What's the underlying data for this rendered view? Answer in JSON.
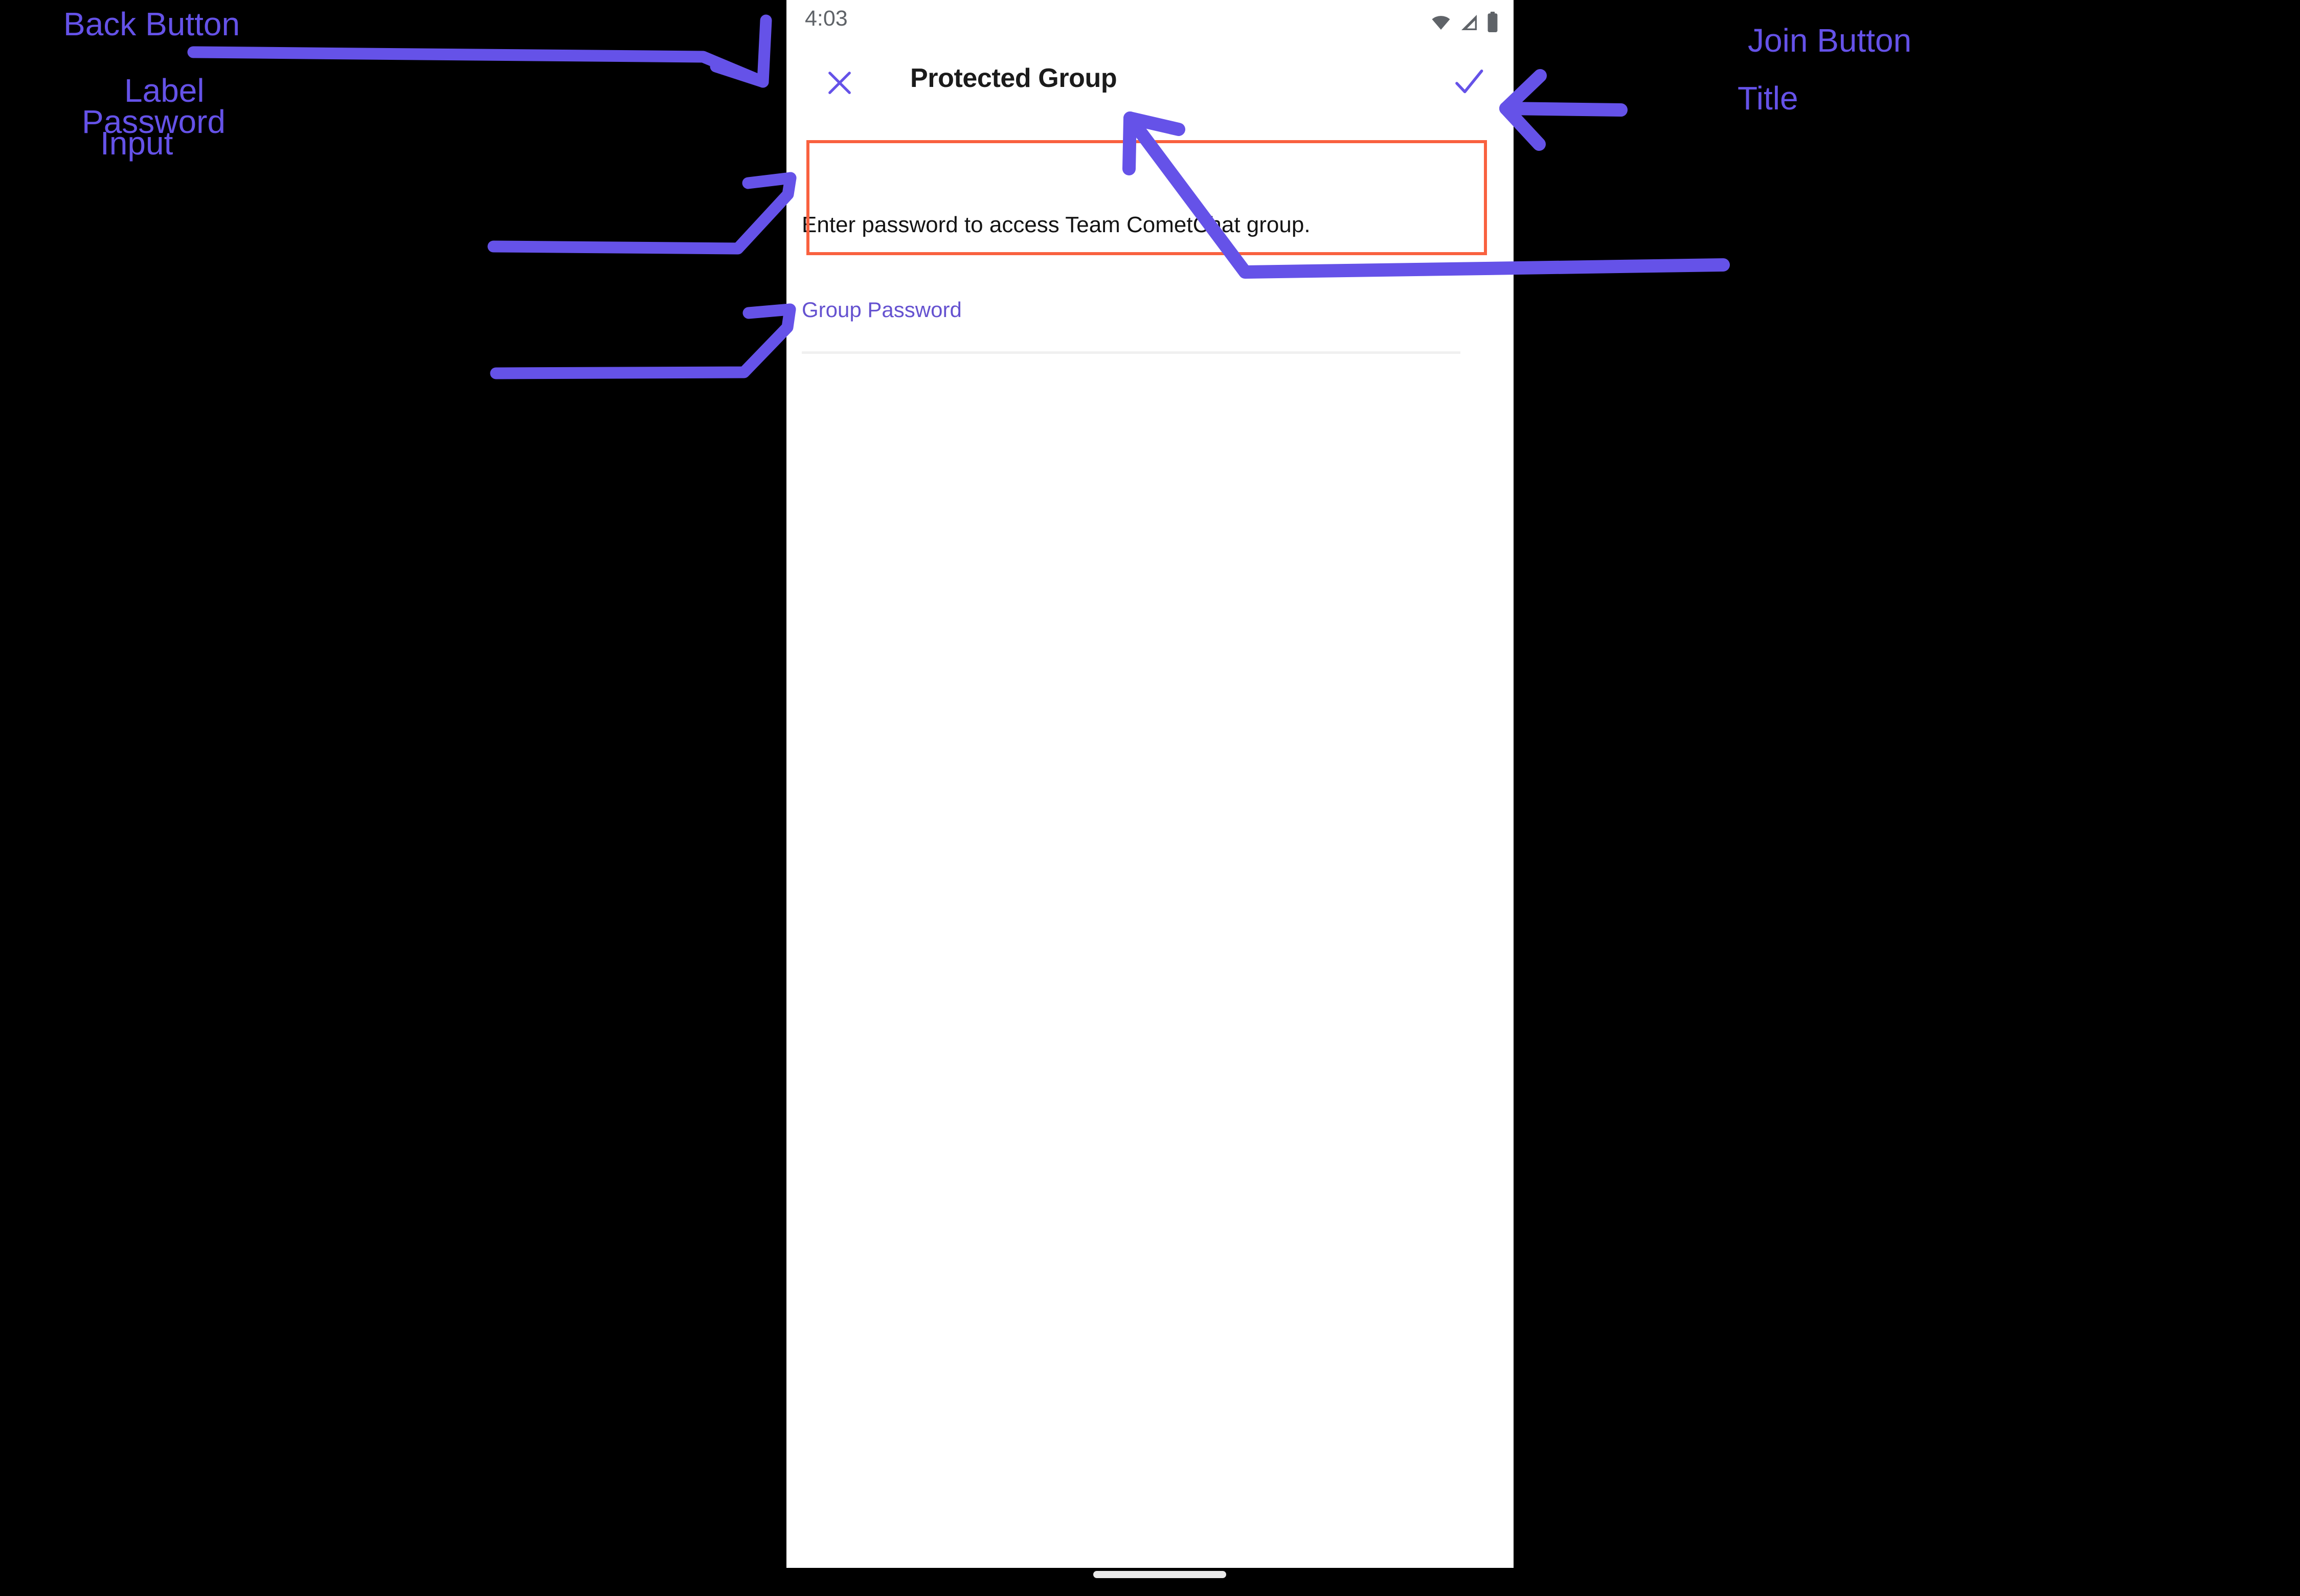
{
  "meta": {
    "accent_purple": "#6552E8",
    "highlight_red": "#F9613F",
    "background": "#000000",
    "phone_background": "#ffffff"
  },
  "phone": {
    "status_bar": {
      "time": "4:03",
      "icons": [
        "wifi-icon",
        "cellular-signal-icon",
        "battery-icon"
      ]
    },
    "app_bar": {
      "close_icon": "close-icon",
      "title": "Protected Group",
      "join_icon": "check-icon"
    },
    "content": {
      "description": "Enter password to access Team CometChat group.",
      "password_label": "Group Password",
      "password_value": "",
      "password_placeholder": ""
    },
    "gesture_bar": "home-gesture-bar"
  },
  "annotations": [
    {
      "id": "back-button",
      "text": "Back Button"
    },
    {
      "id": "label",
      "text": "Label"
    },
    {
      "id": "password-input",
      "text": "Password\nInput"
    },
    {
      "id": "join-button",
      "text": "Join Button"
    },
    {
      "id": "title",
      "text": "Title"
    }
  ],
  "annotation_text": {
    "back_button": "Back Button",
    "label": "Label",
    "password_input_line1": "Password",
    "password_input_line2": "Input",
    "join_button": "Join Button",
    "title": "Title"
  }
}
